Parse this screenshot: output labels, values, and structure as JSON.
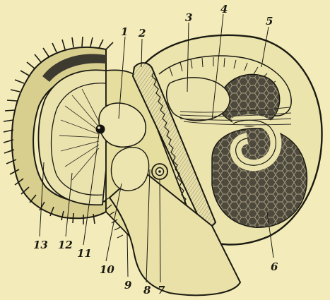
{
  "figure": {
    "labels": {
      "l1": "1",
      "l2": "2",
      "l3": "3",
      "l4": "4",
      "l5": "5",
      "l6": "6",
      "l7": "7",
      "l8": "8",
      "l9": "9",
      "l10": "10",
      "l11": "11",
      "l12": "12",
      "l13": "13"
    },
    "colors": {
      "background": "#f3ebb9",
      "ink": "#1b1a12",
      "tissue_light": "#e4dc9f",
      "tissue_dark": "#4a463a"
    }
  }
}
